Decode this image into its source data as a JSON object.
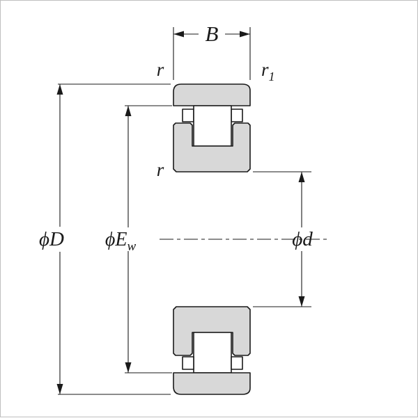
{
  "drawing": {
    "dim_width": "B",
    "dim_outer_diameter": "ϕD",
    "dim_raceway_main": "ϕE",
    "dim_raceway_sub": "w",
    "dim_bore": "ϕd",
    "chamfer_outer_left": "r",
    "chamfer_outer_right_main": "r",
    "chamfer_outer_right_sub": "1",
    "chamfer_inner_left": "r"
  },
  "colors": {
    "ring_fill": "#d8d8d8",
    "line": "#1a1a1a",
    "background": "#ffffff",
    "frame_border": "#bfbfbf"
  }
}
